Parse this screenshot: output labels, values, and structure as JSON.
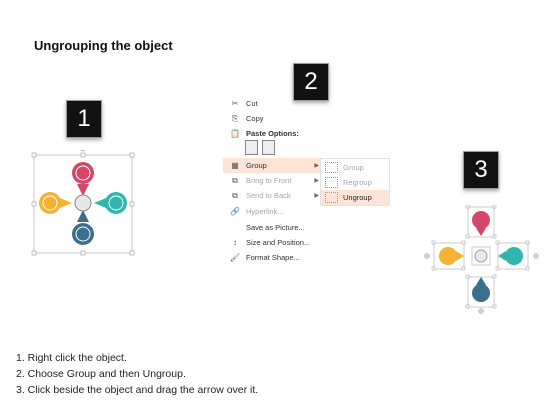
{
  "title": "Ungrouping the object",
  "badges": [
    "1",
    "2",
    "3"
  ],
  "colors": {
    "pink": "#d6466a",
    "yellow": "#f2b233",
    "teal": "#2fb6ae",
    "blue": "#3b6f8c",
    "hub": "#e8e8e8"
  },
  "context_menu": {
    "items": [
      {
        "label": "Cut",
        "icon": "scissors-icon",
        "glyph": "✂",
        "state": "normal"
      },
      {
        "label": "Copy",
        "icon": "copy-icon",
        "glyph": "⎘",
        "state": "normal"
      },
      {
        "label": "Paste Options:",
        "icon": "paste-icon",
        "glyph": "📋",
        "state": "header"
      },
      {
        "label": "Group",
        "icon": "group-icon",
        "glyph": "▦",
        "state": "highlight",
        "submenu": true
      },
      {
        "label": "Bring to Front",
        "icon": "bring-front-icon",
        "glyph": "⧉",
        "state": "disabled",
        "submenu": true
      },
      {
        "label": "Send to Back",
        "icon": "send-back-icon",
        "glyph": "⧉",
        "state": "disabled",
        "submenu": true
      },
      {
        "label": "Hyperlink...",
        "icon": "hyperlink-icon",
        "glyph": "🔗",
        "state": "disabled"
      },
      {
        "label": "Save as Picture...",
        "icon": "save-picture-icon",
        "glyph": "",
        "state": "normal"
      },
      {
        "label": "Size and Position...",
        "icon": "size-position-icon",
        "glyph": "↕",
        "state": "normal"
      },
      {
        "label": "Format Shape...",
        "icon": "format-shape-icon",
        "glyph": "🖌",
        "state": "normal"
      }
    ]
  },
  "submenu": {
    "items": [
      {
        "label": "Group",
        "state": "disabled"
      },
      {
        "label": "Regroup",
        "state": "disabled"
      },
      {
        "label": "Ungroup",
        "state": "highlight"
      }
    ]
  },
  "steps": [
    "1.  Right click the object.",
    "2.  Choose Group and then Ungroup.",
    "3.  Click beside the object and drag the arrow over it."
  ]
}
